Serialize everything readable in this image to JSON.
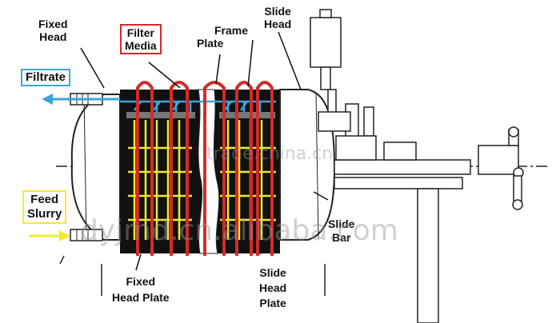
{
  "labels": {
    "fixed_head": [
      "Fixed",
      "Head"
    ],
    "filter_media": [
      "Filter",
      "Media"
    ],
    "frame_plate": [
      "Frame",
      "Plate"
    ],
    "slide_head": [
      "Slide",
      "Head"
    ],
    "filtrate": "Filtrate",
    "feed_slurry": [
      "Feed",
      "Slurry"
    ],
    "fixed_head_plate": [
      "Fixed",
      "Head Plate"
    ],
    "slide_head_plate": [
      "Slide",
      "Head",
      "Plate"
    ],
    "slide_bar": [
      "Slide",
      "Bar"
    ]
  },
  "watermarks": {
    "site": "trade.china.cn",
    "brand": "dyjmd.cn.alibaba.com"
  },
  "colors": {
    "filtrate": "#3aa6dd",
    "feed": "#f2ea2a",
    "filter_media": "#d42a2a",
    "frame": "#111111"
  }
}
